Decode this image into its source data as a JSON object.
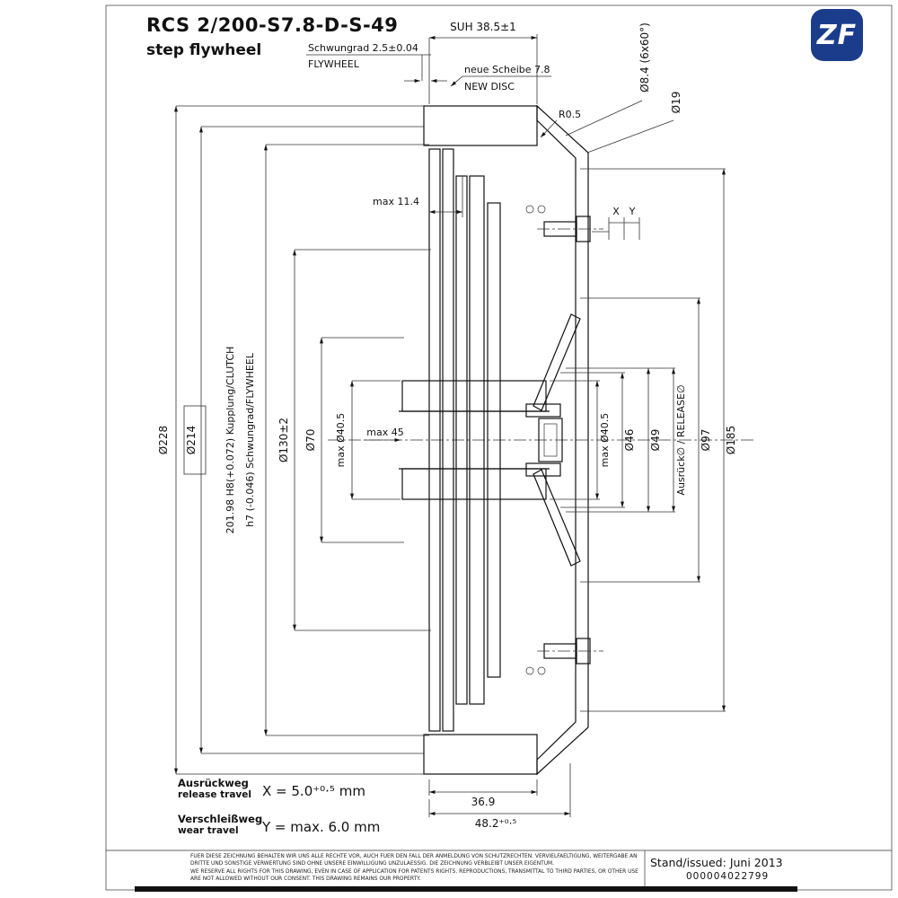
{
  "header": {
    "title": "RCS 2/200-S7.8-D-S-49",
    "subtitle": "step flywheel",
    "logo": "ZF"
  },
  "dims": {
    "suh": "SUH 38.5±1",
    "flywheel_de": "Schwungrad 2.5±0.04",
    "flywheel_en": "FLYWHEEL",
    "new_disc_de": "neue Scheibe 7.8",
    "new_disc_en": "NEW DISC",
    "bolt_pattern": "Ø8.4 (6x60°)",
    "d19": "Ø19",
    "r05": "R0.5",
    "max_114": "max 11.4",
    "x": "X",
    "y": "Y",
    "d228": "Ø228",
    "d214": "Ø214",
    "fit_clutch": "201.98 H8(+0.072) Kupplung/CLUTCH",
    "fit_flywheel": "h7 (-0.046) Schwungrad/FLYWHEEL",
    "d130": "Ø130±2",
    "d70": "Ø70",
    "max_d405_left": "max Ø40.5",
    "max_45": "max 45",
    "max_d405_right": "max Ø40.5",
    "d46": "Ø46",
    "d49": "Ø49",
    "release": "Ausrück∅ / RELEASE∅",
    "d97": "Ø97",
    "d185": "Ø185",
    "w_369": "36.9",
    "w_482": "48.2⁺⁰·⁵"
  },
  "travel": {
    "release_de": "Ausrückweg",
    "release_en": "release travel",
    "release_value": "X = 5.0⁺⁰·⁵ mm",
    "wear_de": "Verschleißweg",
    "wear_en": "wear travel",
    "wear_value": "Y = max. 6.0 mm"
  },
  "footer": {
    "legal_de": "FUER DIESE ZEICHNUNG BEHALTEN WIR UNS ALLE RECHTE VOR, AUCH FUER DEN FALL DER ANMELDUNG VON SCHUTZRECHTEN. VERVIELFAELTIGUNG, WEITERGABE AN DRITTE UND SONSTIGE VERWERTUNG SIND OHNE UNSERE EINWILLIGUNG UNZULAESSIG. DIE ZEICHNUNG VERBLEIBT UNSER EIGENTUM.",
    "legal_en": "WE RESERVE ALL RIGHTS FOR THIS DRAWING, EVEN IN CASE OF APPLICATION FOR PATENTS RIGHTS. REPRODUCTIONS, TRANSMITTAL TO THIRD PARTIES, OR OTHER USE ARE NOT ALLOWED WITHOUT OUR CONSENT. THIS DRAWING REMAINS OUR PROPERTY.",
    "issued_label": "Stand/issued:",
    "issued_value": "Juni 2013",
    "doc_number": "000004022799"
  },
  "colors": {
    "line": "#1a1a1a",
    "logo_blue": "#1a3c8b"
  }
}
